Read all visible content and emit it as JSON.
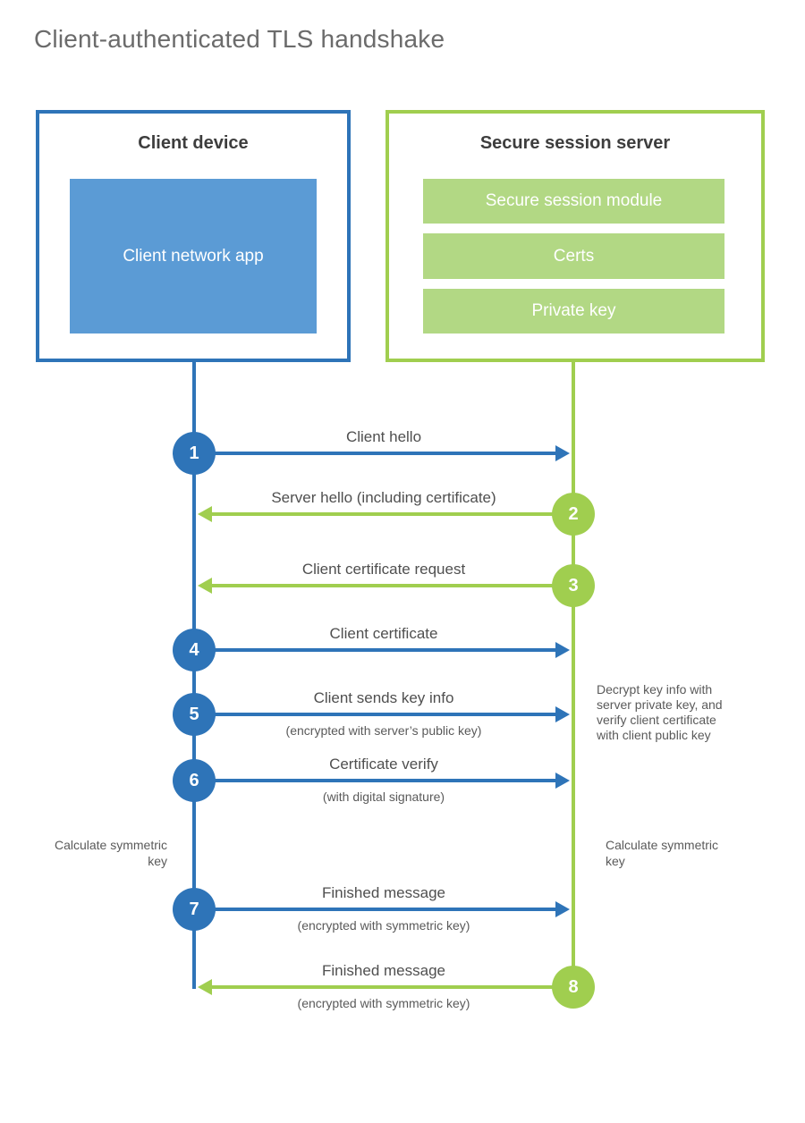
{
  "title": "Client-authenticated TLS handshake",
  "client": {
    "title": "Client device",
    "app_label": "Client network app"
  },
  "server": {
    "title": "Secure session server",
    "modules": [
      "Secure session module",
      "Certs",
      "Private key"
    ]
  },
  "steps": [
    {
      "number": "1",
      "label": "Client hello",
      "direction": "right",
      "color": "blue"
    },
    {
      "number": "2",
      "label": "Server hello (including certificate)",
      "direction": "left",
      "color": "green"
    },
    {
      "number": "3",
      "label": "Client certificate request",
      "direction": "left",
      "color": "green"
    },
    {
      "number": "4",
      "label": "Client certificate",
      "direction": "right",
      "color": "blue"
    },
    {
      "number": "5",
      "label": "Client sends key info",
      "sublabel": "(encrypted with server’s public key)",
      "direction": "right",
      "color": "blue"
    },
    {
      "number": "6",
      "label": "Certificate verify",
      "sublabel": "(with digital signature)",
      "direction": "right",
      "color": "blue"
    },
    {
      "number": "7",
      "label": "Finished message",
      "sublabel": "(encrypted with symmetric key)",
      "direction": "right",
      "color": "blue"
    },
    {
      "number": "8",
      "label": "Finished message",
      "sublabel": "(encrypted with symmetric key)",
      "direction": "left",
      "color": "green"
    }
  ],
  "annotations": {
    "decrypt_note": "Decrypt key info with server private key, and verify client certificate with client public key",
    "calc_left": "Calculate symmetric key",
    "calc_right": "Calculate symmetric key"
  },
  "colors": {
    "blue": "#2e74b8",
    "blue_fill": "#5b9bd5",
    "green": "#a0ce4f",
    "green_fill": "#b2d884"
  }
}
